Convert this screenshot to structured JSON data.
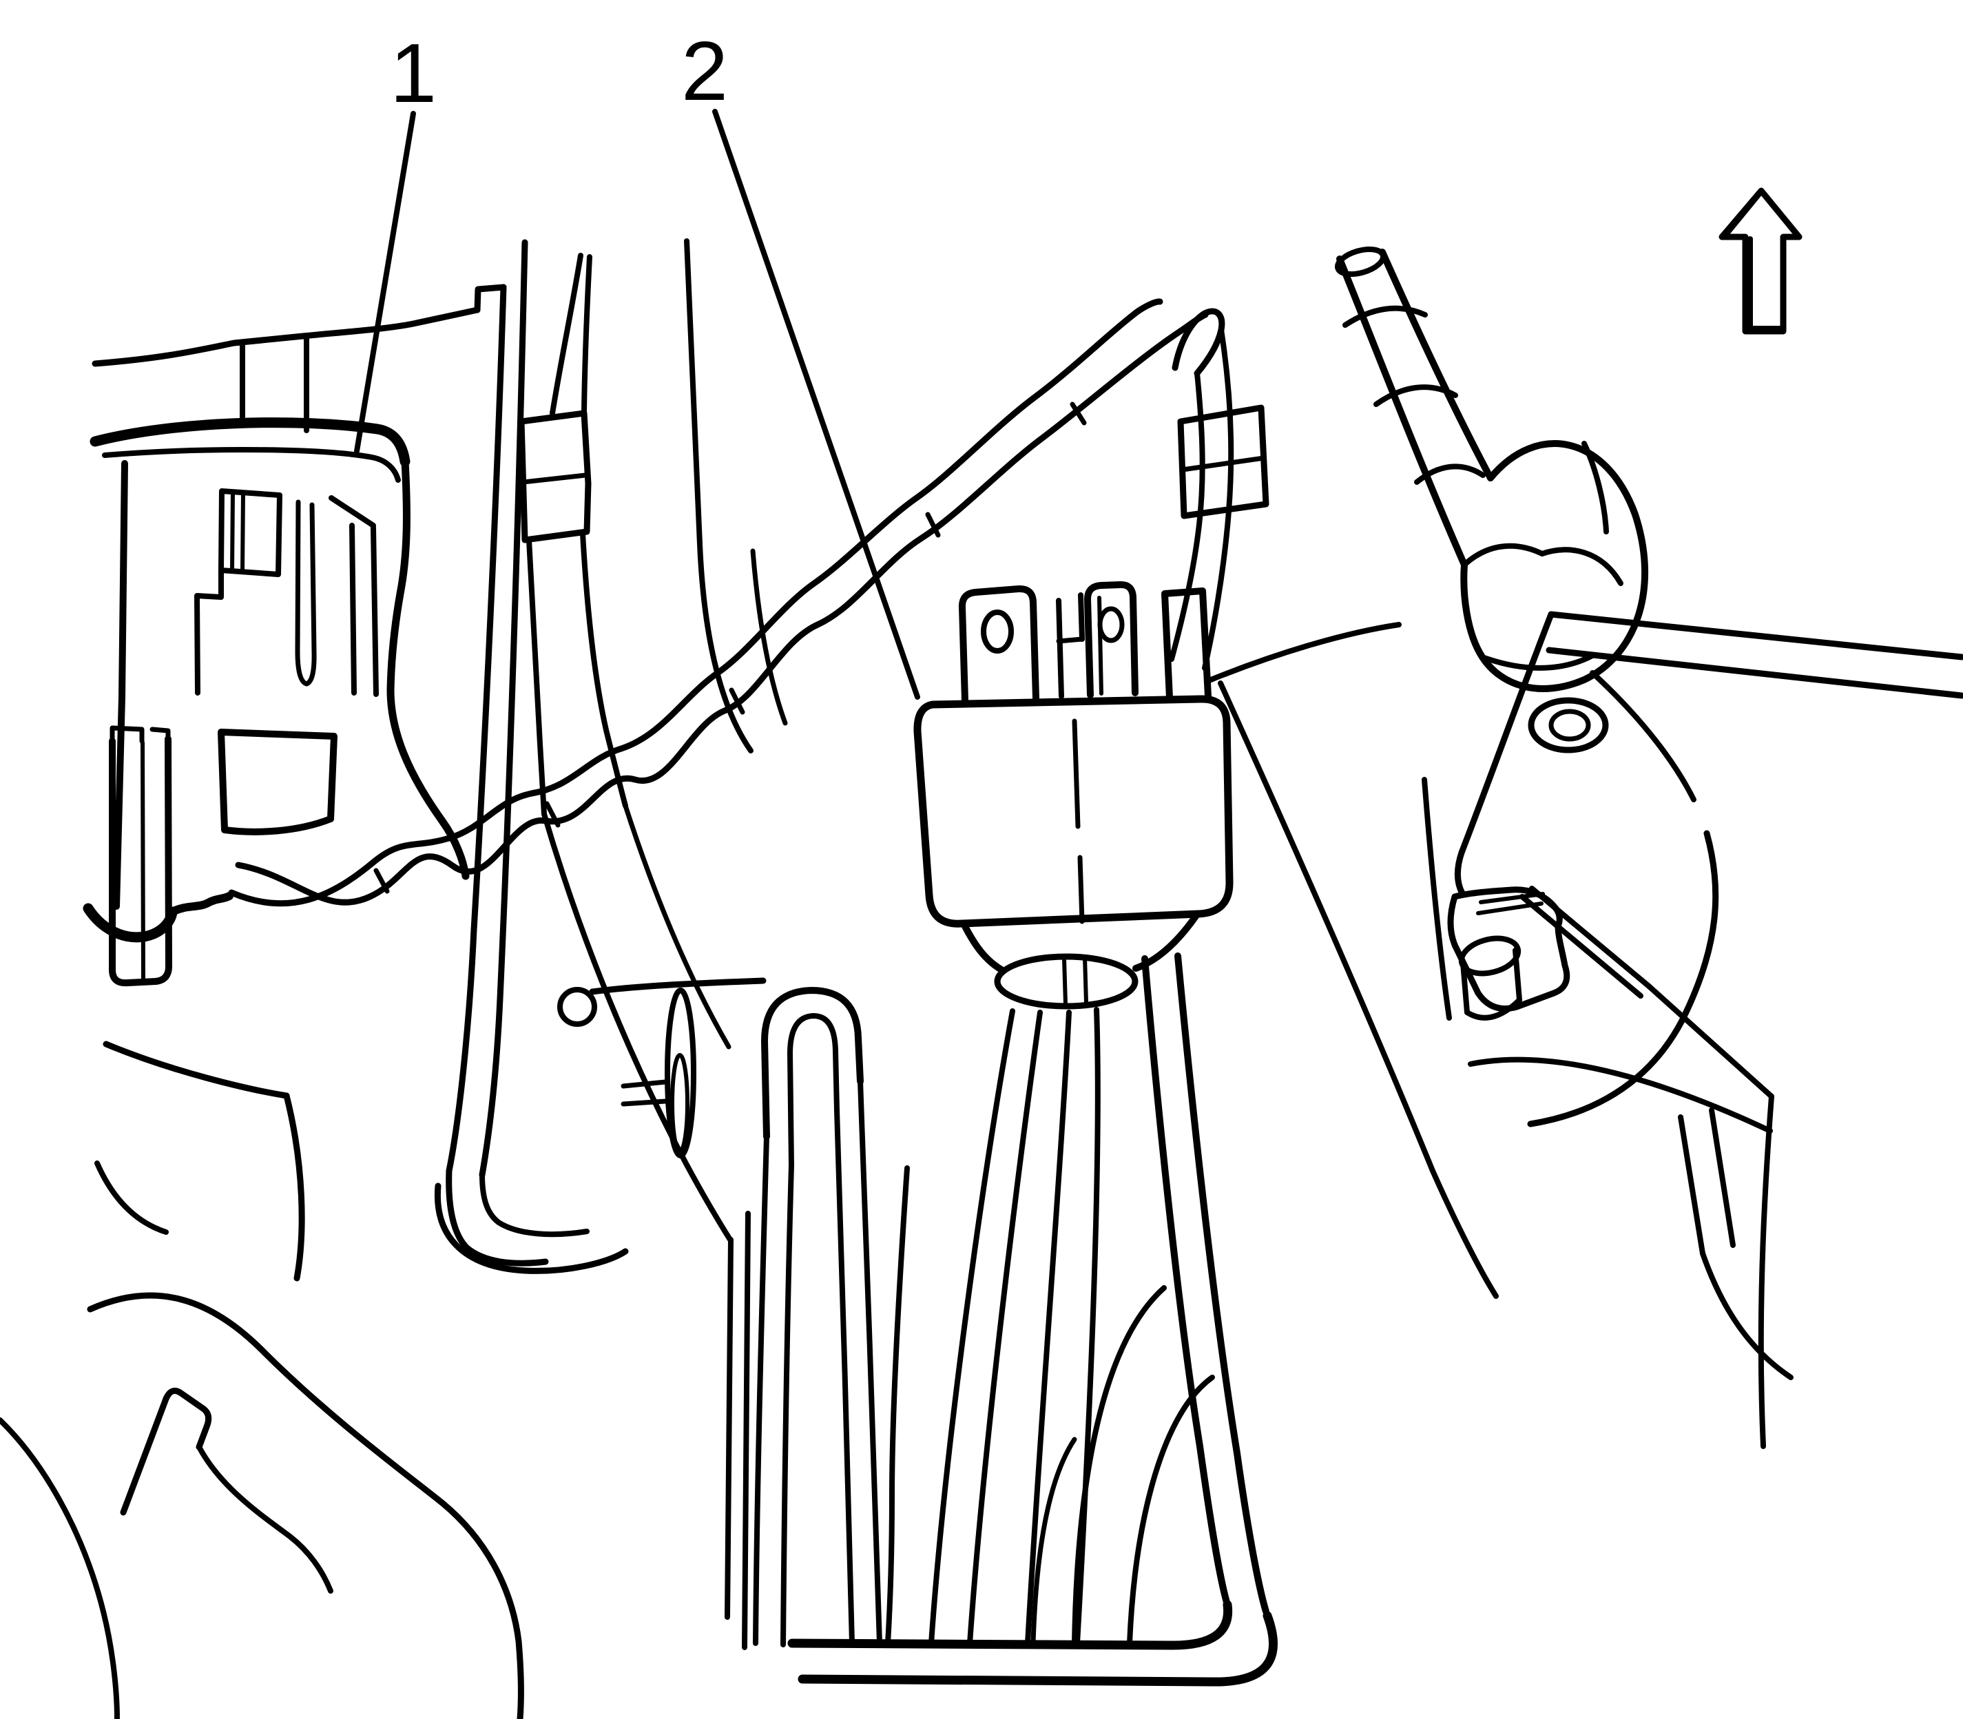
{
  "figure": {
    "kind": "service-manual line illustration",
    "background_color": "#ffffff",
    "line_color": "#000000",
    "callouts": [
      {
        "label": "1"
      },
      {
        "label": "2"
      }
    ],
    "orientation_arrow": {
      "direction": "up",
      "style": "outline"
    }
  }
}
